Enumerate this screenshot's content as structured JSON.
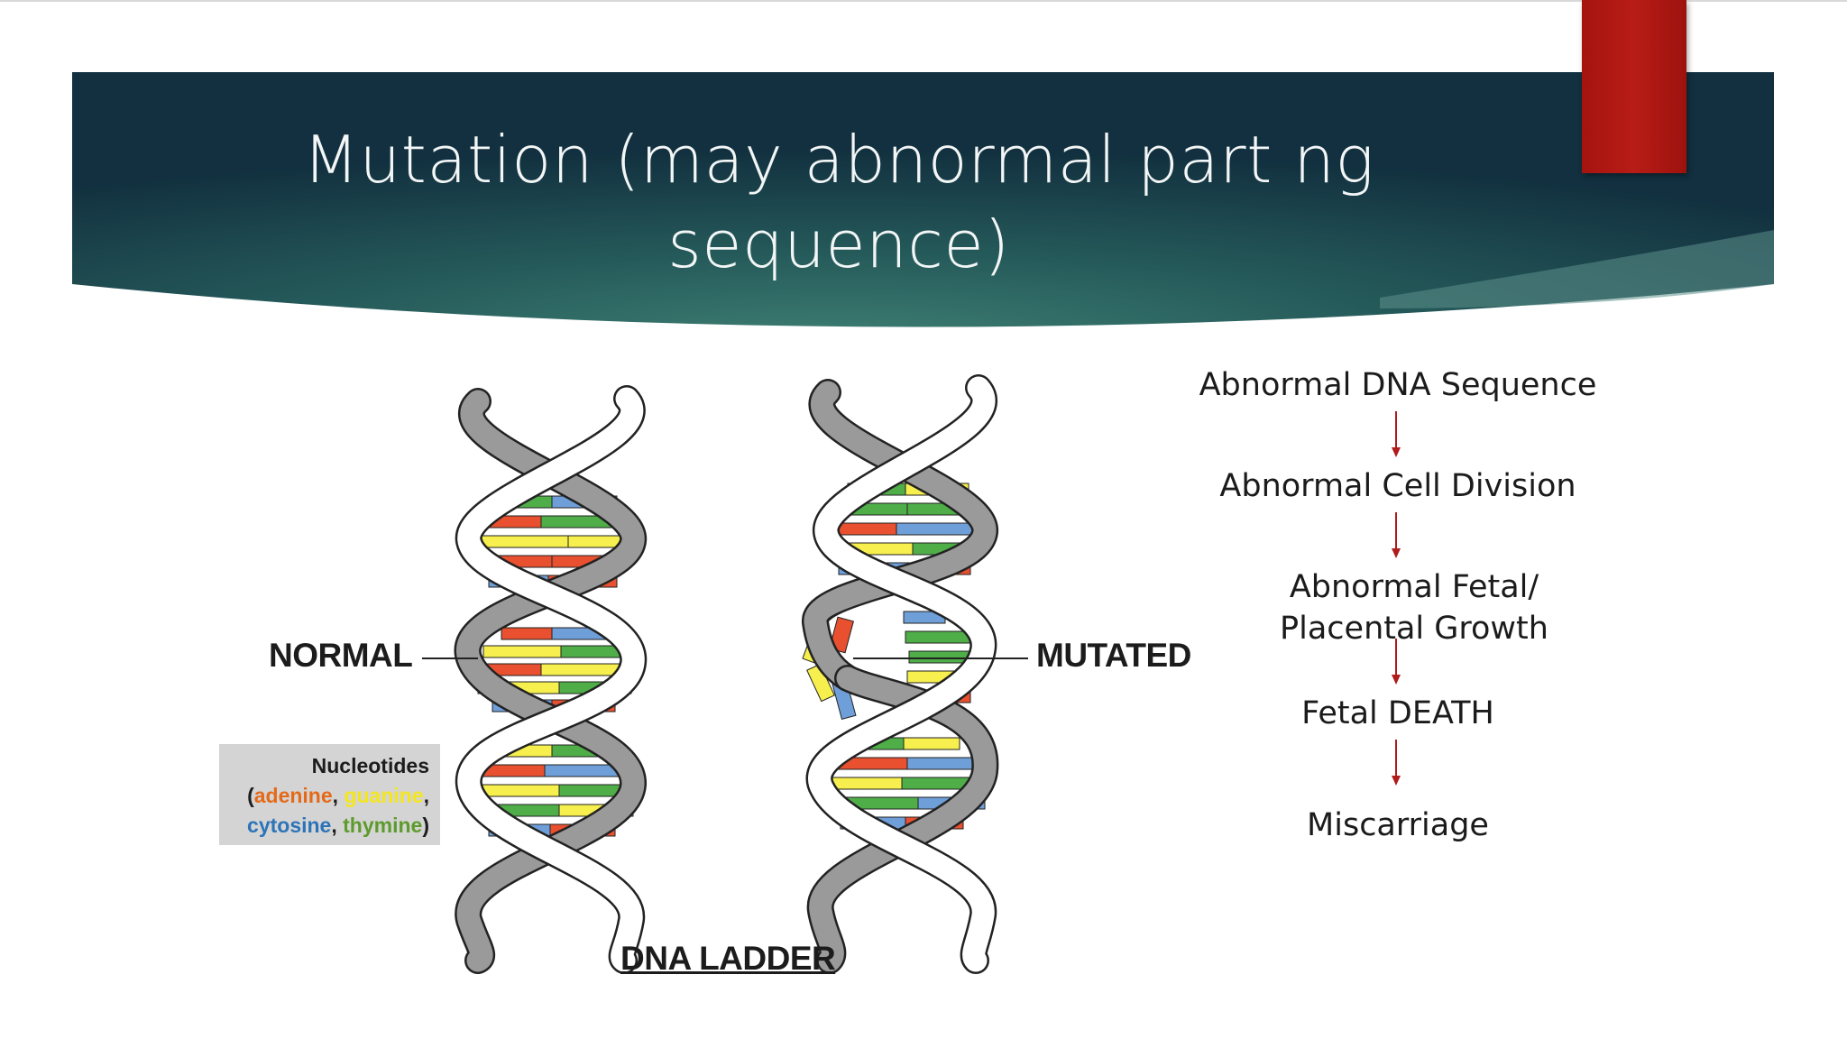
{
  "slide": {
    "title": "Mutation (may abnormal part ng sequence)",
    "colors": {
      "banner_dark": "#12303f",
      "banner_light": "#3b7a6e",
      "red_tab": "#b0170f",
      "arrow": "#b01b1b"
    }
  },
  "diagram": {
    "label_normal": "NORMAL",
    "label_mutated": "MUTATED",
    "label_ladder": "DNA LADDER",
    "legend": {
      "heading": "Nucleotides",
      "adenine": "adenine",
      "guanine": "guanine",
      "cytosine": "cytosine",
      "thymine": "thymine"
    },
    "nucleotide_colors": {
      "adenine": "#e8502f",
      "guanine": "#f6ef4d",
      "cytosine": "#6f9fd8",
      "thymine": "#4fae48"
    }
  },
  "flow": {
    "steps": [
      "Abnormal DNA Sequence",
      "Abnormal Cell Division",
      "Abnormal Fetal/",
      "Placental Growth",
      "Fetal DEATH",
      "Miscarriage"
    ]
  }
}
